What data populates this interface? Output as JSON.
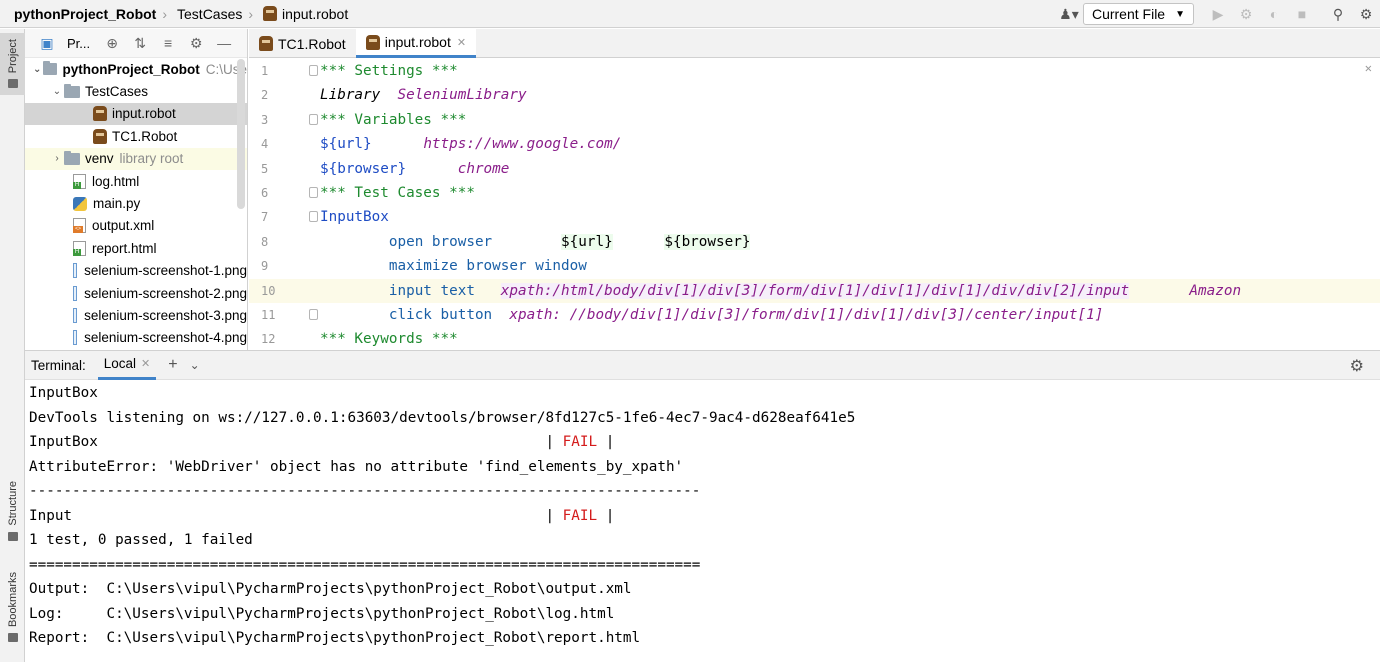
{
  "navbar": {
    "breadcrumbs": [
      "pythonProject_Robot",
      "TestCases",
      "input.robot"
    ],
    "run_config": "Current File"
  },
  "left_strip": {
    "project_tab": "Project",
    "structure_tab": "Structure",
    "bookmarks_tab": "Bookmarks"
  },
  "project": {
    "title": "Pr...",
    "items": [
      {
        "label": "pythonProject_Robot",
        "hint": "C:\\Use",
        "type": "folder"
      },
      {
        "label": "TestCases",
        "type": "folder"
      },
      {
        "label": "input.robot",
        "type": "robot"
      },
      {
        "label": "TC1.Robot",
        "type": "robot"
      },
      {
        "label": "venv",
        "hint": "library root",
        "type": "folder"
      },
      {
        "label": "log.html",
        "type": "html"
      },
      {
        "label": "main.py",
        "type": "py"
      },
      {
        "label": "output.xml",
        "type": "xml"
      },
      {
        "label": "report.html",
        "type": "html"
      },
      {
        "label": "selenium-screenshot-1.png",
        "type": "png"
      },
      {
        "label": "selenium-screenshot-2.png",
        "type": "png"
      },
      {
        "label": "selenium-screenshot-3.png",
        "type": "png"
      },
      {
        "label": "selenium-screenshot-4.png",
        "type": "png"
      }
    ]
  },
  "editor": {
    "tabs": [
      "TC1.Robot",
      "input.robot"
    ],
    "line_numbers": [
      "1",
      "2",
      "3",
      "4",
      "5",
      "6",
      "7",
      "8",
      "9",
      "10",
      "11",
      "12"
    ],
    "lines": {
      "l1": "*** Settings ***",
      "l2a": "Library",
      "l2b": "SeleniumLibrary",
      "l3": "*** Variables ***",
      "l4a": "${url}",
      "l4b": "https://www.google.com/",
      "l5a": "${browser}",
      "l5b": "chrome",
      "l6": "*** Test Cases ***",
      "l7": "InputBox",
      "l8a": "open browser",
      "l8b": "${url}",
      "l8c": "${browser}",
      "l9": "maximize browser window",
      "l10a": "input text",
      "l10b": "xpath:/html/body/div[1]/div[3]/form/div[1]/div[1]/div[1]/div/div[2]/input",
      "l10c": "Amazon",
      "l11a": "click button",
      "l11b": "xpath: //body/div[1]/div[3]/form/div[1]/div[1]/div[3]/center/input[1]",
      "l12": "*** Keywords ***"
    }
  },
  "terminal": {
    "label": "Terminal:",
    "tab": "Local",
    "lines": {
      "t1": "InputBox",
      "t2": "DevTools listening on ws://127.0.0.1:63603/devtools/browser/8fd127c5-1fe6-4ec7-9ac4-d628eaf641e5",
      "t3a": "InputBox                                                    | ",
      "t3b": "FAIL",
      "t3c": " |",
      "t4": "AttributeError: 'WebDriver' object has no attribute 'find_elements_by_xpath'",
      "t5": "------------------------------------------------------------------------------",
      "t6a": "Input                                                       | ",
      "t6b": "FAIL",
      "t6c": " |",
      "t7": "1 test, 0 passed, 1 failed",
      "t8": "==============================================================================",
      "t9": "Output:  C:\\Users\\vipul\\PycharmProjects\\pythonProject_Robot\\output.xml",
      "t10": "Log:     C:\\Users\\vipul\\PycharmProjects\\pythonProject_Robot\\log.html",
      "t11": "Report:  C:\\Users\\vipul\\PycharmProjects\\pythonProject_Robot\\report.html"
    }
  },
  "colors": {
    "accent": "#4083c9",
    "fail": "#d41c1c",
    "section_keyword": "#1e8a2f",
    "argument": "#8a1e8a"
  }
}
